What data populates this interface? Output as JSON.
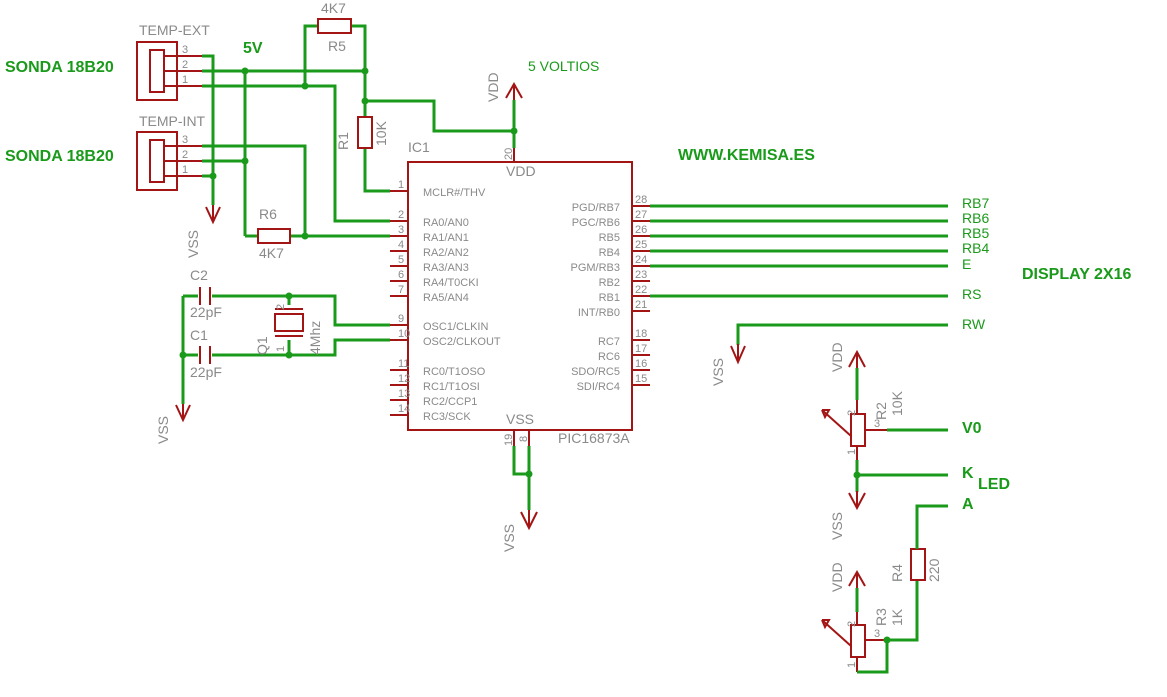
{
  "labels": {
    "sonda1": "SONDA 18B20",
    "sonda2": "SONDA 18B20",
    "temp_ext": "TEMP-EXT",
    "temp_int": "TEMP-INT",
    "v5": "5V",
    "five_voltios": "5 VOLTIOS",
    "website": "WWW.KEMISA.ES",
    "display": "DISPLAY 2X16",
    "led": "LED"
  },
  "supplies": {
    "vdd": "VDD",
    "vss": "VSS"
  },
  "components": {
    "r5": {
      "name": "R5",
      "value": "4K7"
    },
    "r1": {
      "name": "R1",
      "value": "10K"
    },
    "r6": {
      "name": "R6",
      "value": "4K7"
    },
    "r2": {
      "name": "R2",
      "value": "10K"
    },
    "r3": {
      "name": "R3",
      "value": "1K"
    },
    "r4": {
      "name": "R4",
      "value": "220"
    },
    "c1": {
      "name": "C1",
      "value": "22pF"
    },
    "c2": {
      "name": "C2",
      "value": "22pF"
    },
    "q1": {
      "name": "Q1",
      "value": "4Mhz"
    },
    "ic1": {
      "name": "IC1",
      "part": "PIC16873A",
      "vdd": "VDD",
      "vss": "VSS"
    }
  },
  "connector_pins": [
    "3",
    "2",
    "1"
  ],
  "pot_pins": [
    "2",
    "3",
    "1"
  ],
  "ic_left_pins": [
    {
      "num": "1",
      "name": "MCLR#/THV"
    },
    {
      "num": "2",
      "name": "RA0/AN0"
    },
    {
      "num": "3",
      "name": "RA1/AN1"
    },
    {
      "num": "4",
      "name": "RA2/AN2"
    },
    {
      "num": "5",
      "name": "RA3/AN3"
    },
    {
      "num": "6",
      "name": "RA4/T0CKI"
    },
    {
      "num": "7",
      "name": "RA5/AN4"
    },
    {
      "num": "9",
      "name": "OSC1/CLKIN"
    },
    {
      "num": "10",
      "name": "OSC2/CLKOUT"
    },
    {
      "num": "11",
      "name": "RC0/T1OSO"
    },
    {
      "num": "12",
      "name": "RC1/T1OSI"
    },
    {
      "num": "13",
      "name": "RC2/CCP1"
    },
    {
      "num": "14",
      "name": "RC3/SCK"
    }
  ],
  "ic_right_pins": [
    {
      "num": "28",
      "name": "PGD/RB7"
    },
    {
      "num": "27",
      "name": "PGC/RB6"
    },
    {
      "num": "26",
      "name": "RB5"
    },
    {
      "num": "25",
      "name": "RB4"
    },
    {
      "num": "24",
      "name": "PGM/RB3"
    },
    {
      "num": "23",
      "name": "RB2"
    },
    {
      "num": "22",
      "name": "RB1"
    },
    {
      "num": "21",
      "name": "INT/RB0"
    },
    {
      "num": "18",
      "name": "RC7"
    },
    {
      "num": "17",
      "name": "RC6"
    },
    {
      "num": "16",
      "name": "SDO/RC5"
    },
    {
      "num": "15",
      "name": "SDI/RC4"
    }
  ],
  "ic_power_pins": {
    "vdd": "20",
    "vss_a": "19",
    "vss_b": "8"
  },
  "display_signals": [
    "RB7",
    "RB6",
    "RB5",
    "RB4",
    "E",
    "RS",
    "RW",
    "V0",
    "K",
    "A"
  ]
}
